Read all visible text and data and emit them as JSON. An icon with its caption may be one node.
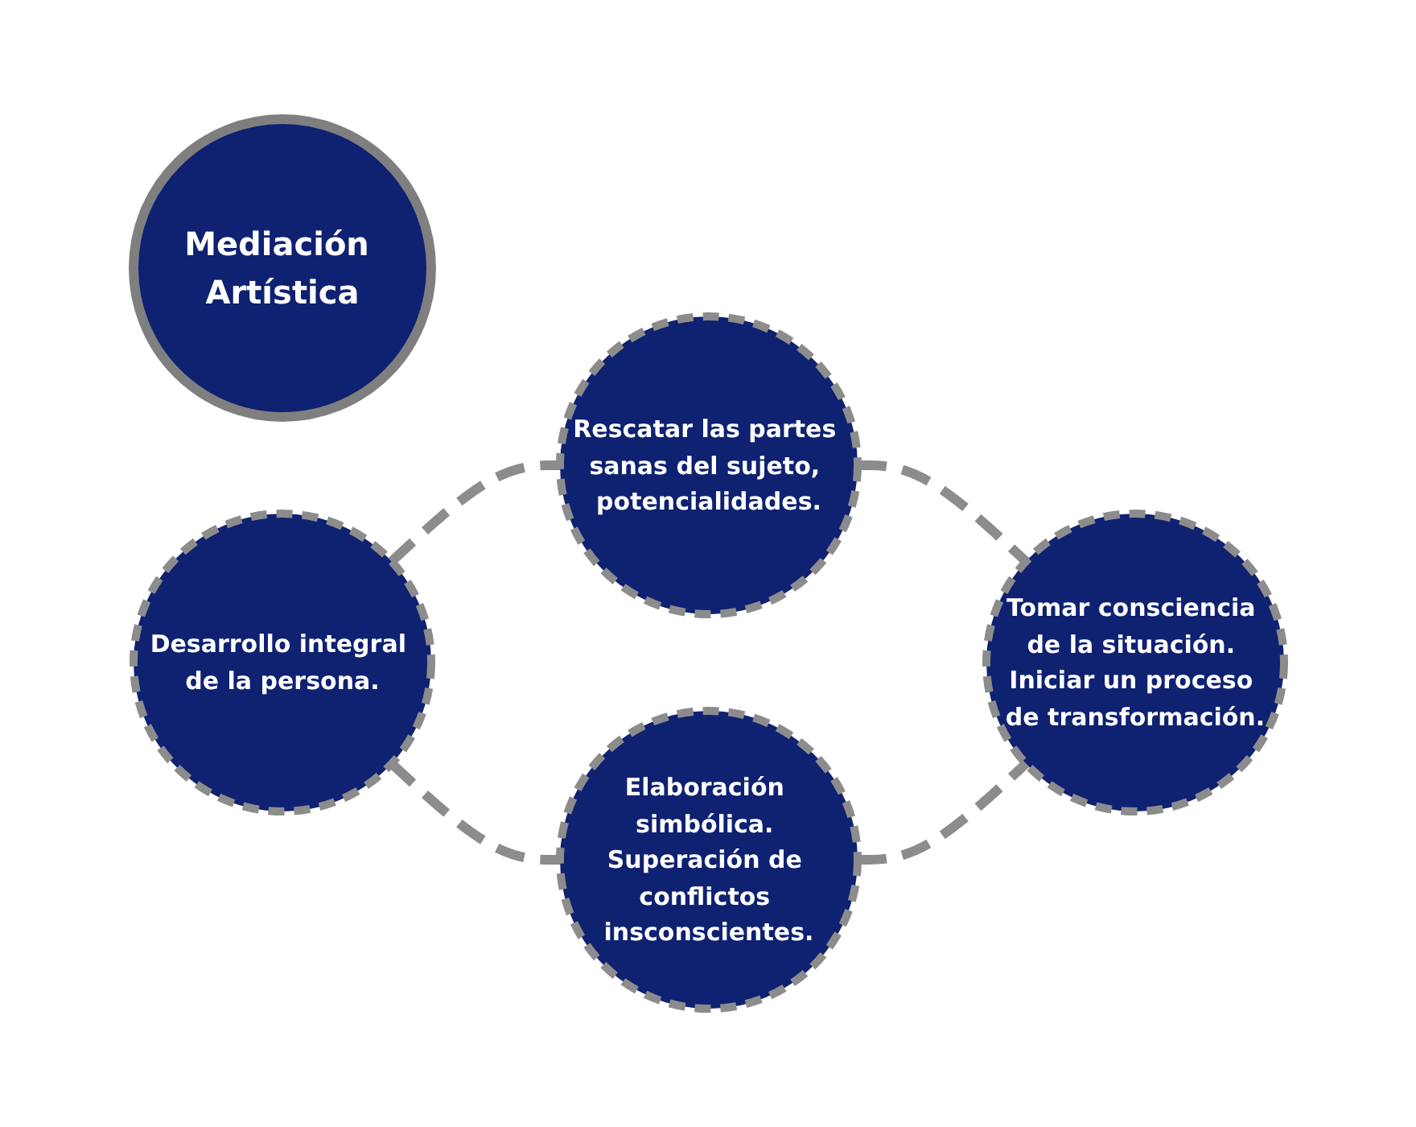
{
  "diagram": {
    "nodes": [
      {
        "text": [
          "Mediación Artística"
        ]
      },
      {
        "text": [
          "Desarrollo integral de la persona."
        ]
      },
      {
        "text": [
          "Rescatar las partes sanas del sujeto, potencialidades."
        ]
      },
      {
        "text": [
          "Elaboración simbólica. Superación de conflictos insconscientes."
        ]
      },
      {
        "text": [
          "Tomar consciencia de la situación. Iniciar un proceso de transformación."
        ]
      }
    ],
    "edges": [
      {
        "from": 1,
        "to": 2,
        "arrow": "none",
        "style": "dashed"
      },
      {
        "from": 1,
        "to": 3,
        "arrow": "none",
        "style": "dashed"
      },
      {
        "from": 2,
        "to": 4,
        "arrow": "none",
        "style": "dashed"
      },
      {
        "from": 3,
        "to": 4,
        "arrow": "none",
        "style": "dashed"
      }
    ]
  }
}
